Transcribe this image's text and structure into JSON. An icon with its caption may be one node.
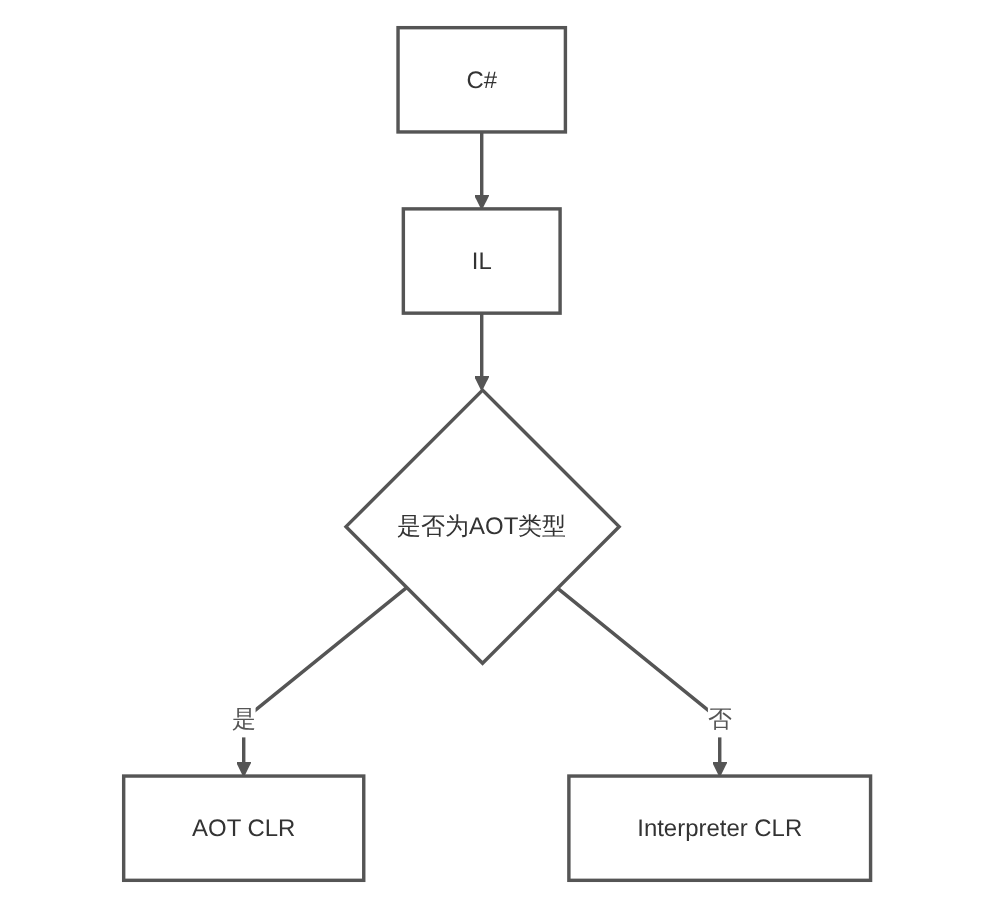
{
  "diagram": {
    "nodes": [
      {
        "text": [
          "C#"
        ]
      },
      {
        "text": [
          "IL"
        ]
      },
      {
        "text": [
          "是否为AOT类型"
        ]
      },
      {
        "text": [
          "AOT CLR"
        ]
      },
      {
        "text": [
          "Interpreter CLR"
        ]
      }
    ],
    "edges": [
      {
        "from": 0,
        "to": 1,
        "arrow": "to"
      },
      {
        "from": 1,
        "to": 2,
        "arrow": "to"
      },
      {
        "from": 2,
        "to": 3,
        "label": "是",
        "arrow": "to"
      },
      {
        "from": 2,
        "to": 4,
        "label": "否",
        "arrow": "to"
      }
    ]
  }
}
